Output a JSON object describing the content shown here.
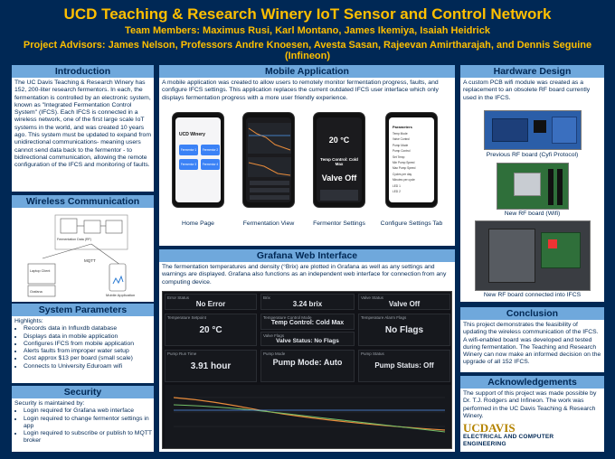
{
  "header": {
    "title": "UCD Teaching & Research Winery IoT Sensor and Control Network",
    "members": "Team Members: Maximus Rusi, Karl Montano, James Ikemiya, Isaiah Heidrick",
    "advisors": "Project Advisors: James Nelson, Professors Andre Knoesen, Avesta Sasan, Rajeevan Amirtharajah, and Dennis Seguine (Infineon)"
  },
  "intro": {
    "title": "Introduction",
    "text": "The UC Davis Teaching & Research Winery has 152, 200-liter research fermentors. In each, the fermentation is controlled by an electronic system, known as \"Integrated Fermentation Control System\" (IFCS). Each IFCS is connected in a wireless network, one of the first large scale IoT systems in the world, and was created 10 years ago. This system must be updated to expand from unidirectional communications- meaning users cannot send data back to the fermentor - to bidirectional communication, allowing the remote configuration of the IFCS and monitoring of faults."
  },
  "wireless": {
    "title": "Wireless Communication",
    "labels": [
      "MQTT",
      "Mobile Application",
      "Fermentation Data (RF)",
      "Laptop Client",
      "Grafana"
    ]
  },
  "params": {
    "title": "System Parameters",
    "lead": "Highlights:",
    "items": [
      "Records data in Influxdb database",
      "Displays data in mobile application",
      "Configures IFCS from mobile application",
      "Alerts faults from improper water setup",
      "Cost approx $13 per board (small scale)",
      "Connects to University Eduroam wifi"
    ]
  },
  "security": {
    "title": "Security",
    "lead": "Security is maintained by:",
    "items": [
      "Login required for Grafana web interface",
      "Login required to change fermentor settings in app",
      "Login required to subscribe or publish to MQTT broker"
    ]
  },
  "mobile": {
    "title": "Mobile Application",
    "text": "A mobile application was created to allow users to remotely monitor fermentation progress, faults, and configure IFCS settings. This application replaces the current outdated IFCS user interface which only displays fermentation progress with a more user friendly experience.",
    "captions": [
      "Home Page",
      "Fermentation View",
      "Fermentor Settings",
      "Configure Settings Tab"
    ],
    "phone1": {
      "app_name": "UCD Winery",
      "buttons": [
        "Fermentor 1",
        "Fermentor 2",
        "Fermentor 3",
        "Fermentor 4"
      ]
    },
    "phone3": {
      "temp": "20 °C",
      "mode": "Temp Control: Cold Max",
      "valve": "Valve Off"
    },
    "phone4": {
      "heading": "Parameters",
      "rows": [
        "Temp Mode",
        "Valve Control",
        "Pump Mode",
        "Pump Control",
        "Set Temp",
        "Min Pump Speed",
        "Max Pump Speed",
        "Cycles per day",
        "Minutes per cycle",
        "LED 1",
        "LED 2"
      ]
    }
  },
  "grafana": {
    "title": "Grafana Web Interface",
    "text": "The fermentation temperatures and density (°Brix) are plotted in Grafana as well as any settings and warnings are displayed. Grafana also functions as an independent web interface for connection from any computing device.",
    "cells": {
      "error": {
        "label": "Error Status",
        "value": "No Error"
      },
      "brix": {
        "label": "Brix",
        "value": "3.24 brix"
      },
      "valve": {
        "label": "Valve Status",
        "value": "Valve Off"
      },
      "temp": {
        "label": "Temperature Setpoint",
        "value": "20 °C"
      },
      "control": {
        "label": "Temperature Control Mode",
        "value": "Temp Control: Cold Max"
      },
      "flags": {
        "label": "Temperature Alarm Flags",
        "value": "No Flags"
      },
      "valve_flags": {
        "label": "Valve Flags",
        "value": "Valve Status: No Flags"
      },
      "pump_time": {
        "label": "Pump Run Time",
        "value": "3.91 hour"
      },
      "pump_mode": {
        "label": "Pump Mode",
        "value": "Pump Mode: Auto"
      },
      "pump_status": {
        "label": "Pump Status",
        "value": "Pump Status: Off"
      }
    }
  },
  "hardware": {
    "title": "Hardware Design",
    "text": "A custom PCB wifi module was created as a replacement to an obsolete RF board currently used in the IFCS.",
    "captions": [
      "Previous RF board (Cyfi Protocol)",
      "New RF board (Wifi)",
      "New RF board connected into IFCS"
    ]
  },
  "conclusion": {
    "title": "Conclusion",
    "text": "This project demonstrates the feasibility of updating the wireless communication of the IFCS. A wifi-enabled board was developed and tested during fermentation. The Teaching and Research Winery can now make an informed decision on the upgrade of all 152 IFCS."
  },
  "ack": {
    "title": "Acknowledgements",
    "text": "The support of this project was made possible by Dr. T.J. Rodgers and Infineon. The work was performed in the UC Davis Teaching & Research Winery."
  },
  "logo": {
    "name": "UCDAVIS",
    "dept1": "ELECTRICAL AND COMPUTER",
    "dept2": "ENGINEERING"
  },
  "colors": {
    "navy": "#002855",
    "gold": "#FFBF00",
    "header_bar": "#6FA8DC"
  }
}
